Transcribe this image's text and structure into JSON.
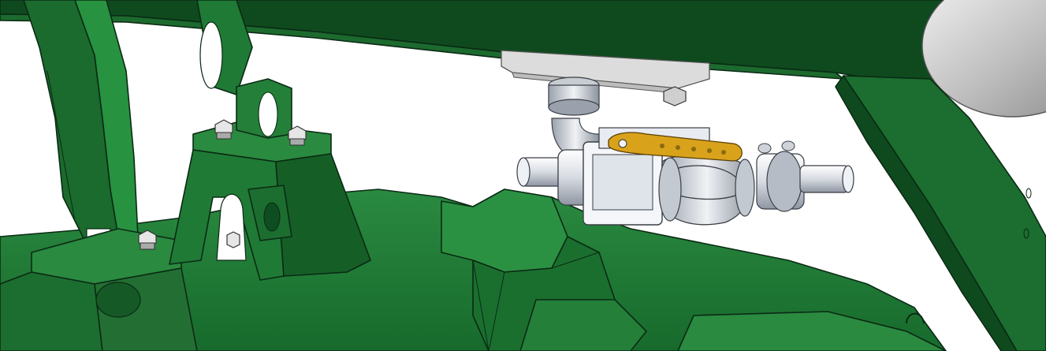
{
  "view": {
    "watermark": "",
    "colors": {
      "background": "#ffffff",
      "frame_green": "#1f7a35",
      "frame_green_dark": "#0e4d20",
      "frame_green_light": "#2e9444",
      "edge": "#0b2a14",
      "metal_light": "#e8ecf2",
      "metal_mid": "#b6bcc6",
      "metal_dark": "#6d7480",
      "lever_gold": "#d9a21b",
      "tank_grey": "#c9c9c9"
    },
    "parts": [
      "top-crossbeam",
      "left-vertical-plate",
      "mounting-bracket-left",
      "mounting-bracket-center",
      "base-frame",
      "pump-assembly",
      "flow-lever",
      "inlet-hose-barb",
      "outlet-hose-barb",
      "elbow-fitting",
      "right-side-plate",
      "spherical-tank",
      "bolt-heads"
    ]
  }
}
